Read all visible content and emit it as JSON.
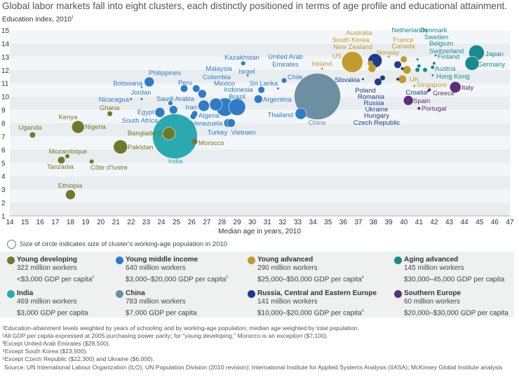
{
  "title": "Global labor markets fall into eight clusters, each distinctly positioned in terms of age profile and educational attainment.",
  "chart_data": {
    "type": "scatter",
    "title": "Global labor markets fall into eight clusters, each distinctly positioned in terms of age profile and educational attainment.",
    "ylabel": "Education index, 2010",
    "ylabel_note": "1",
    "xlabel": "Median age in years, 2010",
    "xlim": [
      14,
      47
    ],
    "ylim": [
      1,
      15
    ],
    "xticks": [
      14,
      15,
      16,
      17,
      18,
      19,
      20,
      21,
      22,
      23,
      24,
      25,
      26,
      27,
      28,
      29,
      30,
      31,
      32,
      33,
      34,
      35,
      36,
      37,
      38,
      39,
      40,
      41,
      42,
      43,
      44,
      45,
      46,
      47
    ],
    "yticks": [
      1,
      2,
      3,
      4,
      5,
      6,
      7,
      8,
      9,
      10,
      11,
      12,
      13,
      14,
      15
    ],
    "size_note": "Size of circle indicates size of cluster's working-age population in 2010",
    "clusters": [
      {
        "id": "yd",
        "name": "Young developing",
        "workers": "322 million workers",
        "gdp": "<$3,000 GDP per capita",
        "note": "2",
        "color": "#6e7a2b"
      },
      {
        "id": "ym",
        "name": "Young middle income",
        "workers": "640 million workers",
        "gdp": "$3,000–$20,000 GDP per capita",
        "note": "3",
        "color": "#2f7cc5"
      },
      {
        "id": "ya",
        "name": "Young advanced",
        "workers": "290 million workers",
        "gdp": "$25,000–$50,000 GDP per capita",
        "note": "4",
        "color": "#c29b2e"
      },
      {
        "id": "aa",
        "name": "Aging advanced",
        "workers": "145 million workers",
        "gdp": "$30,000–45,000 GDP per capita",
        "note": "",
        "color": "#188a90"
      },
      {
        "id": "in",
        "name": "India",
        "workers": "469 million workers",
        "gdp": "$3,000 GDP per capita",
        "note": "",
        "color": "#2aaab0"
      },
      {
        "id": "cn",
        "name": "China",
        "workers": "783 million workers",
        "gdp": "$7,000 GDP per capita",
        "note": "",
        "color": "#6d8fa2"
      },
      {
        "id": "ru",
        "name": "Russia, Central and Eastern Europe",
        "workers": "141 million workers",
        "gdp": "$10,000–$20,000 GDP per capita",
        "note": "5",
        "color": "#1f3b8c"
      },
      {
        "id": "se",
        "name": "Southern Europe",
        "workers": "60 million workers",
        "gdp": "$20,000–$30,000 GDP per capita",
        "note": "",
        "color": "#5d2d7b"
      }
    ],
    "points": [
      {
        "label": "India",
        "c": "in",
        "age": 24.9,
        "edu": 7.0,
        "size": 32
      },
      {
        "label": "China",
        "c": "cn",
        "age": 34.3,
        "edu": 10.0,
        "size": 33
      },
      {
        "label": "Uganda",
        "c": "yd",
        "age": 15.5,
        "edu": 7.1,
        "size": 4
      },
      {
        "label": "Nigeria",
        "c": "yd",
        "age": 18.5,
        "edu": 7.7,
        "size": 9
      },
      {
        "label": "Kenya",
        "c": "yd",
        "age": 18.3,
        "edu": 7.9,
        "size": 3
      },
      {
        "label": "Ghana",
        "c": "yd",
        "age": 20.6,
        "edu": 8.7,
        "size": 3.5
      },
      {
        "label": "Pakistan",
        "c": "yd",
        "age": 21.3,
        "edu": 6.2,
        "size": 10
      },
      {
        "label": "Bangladesh",
        "c": "yd",
        "age": 24.5,
        "edu": 7.2,
        "size": 9
      },
      {
        "label": "Morocco",
        "c": "yd",
        "age": 26.2,
        "edu": 6.6,
        "size": 4
      },
      {
        "label": "Mozambique",
        "c": "yd",
        "age": 17.8,
        "edu": 5.5,
        "size": 3
      },
      {
        "label": "Tanzania",
        "c": "yd",
        "age": 17.4,
        "edu": 5.2,
        "size": 5
      },
      {
        "label": "Côte d'Ivoire",
        "c": "yd",
        "age": 19.4,
        "edu": 5.1,
        "size": 3
      },
      {
        "label": "Ethiopia",
        "c": "yd",
        "age": 18.0,
        "edu": 2.6,
        "size": 7
      },
      {
        "label": "Philippines",
        "c": "ym",
        "age": 23.2,
        "edu": 11.1,
        "size": 7
      },
      {
        "label": "Botswana",
        "c": "ym",
        "age": 22.7,
        "edu": 10.7,
        "size": 1.3
      },
      {
        "label": "Jordan",
        "c": "ym",
        "age": 22.7,
        "edu": 9.8,
        "size": 1.5
      },
      {
        "label": "Nicaragua",
        "c": "ym",
        "age": 22.0,
        "edu": 9.8,
        "size": 1.5
      },
      {
        "label": "Saudi Arabia",
        "c": "ym",
        "age": 24.6,
        "edu": 9.5,
        "size": 3
      },
      {
        "label": "Egypt",
        "c": "ym",
        "age": 23.9,
        "edu": 8.8,
        "size": 7
      },
      {
        "label": "South Africa",
        "c": "ym",
        "age": 24.8,
        "edu": 9.0,
        "size": 6
      },
      {
        "label": "Peru",
        "c": "ym",
        "age": 25.5,
        "edu": 10.6,
        "size": 5
      },
      {
        "label": "Malaysia",
        "c": "ym",
        "age": 26.3,
        "edu": 10.6,
        "size": 5
      },
      {
        "label": "Colombia",
        "c": "ym",
        "age": 26.7,
        "edu": 10.2,
        "size": 6
      },
      {
        "label": "Iran",
        "c": "ym",
        "age": 26.8,
        "edu": 9.3,
        "size": 8
      },
      {
        "label": "Algeria",
        "c": "ym",
        "age": 26.2,
        "edu": 8.7,
        "size": 4
      },
      {
        "label": "Venezuela",
        "c": "ym",
        "age": 26.1,
        "edu": 8.5,
        "size": 4
      },
      {
        "label": "Mexico",
        "c": "ym",
        "age": 27.6,
        "edu": 9.4,
        "size": 9
      },
      {
        "label": "Indonesia",
        "c": "ym",
        "age": 28.2,
        "edu": 9.2,
        "size": 13
      },
      {
        "label": "Brazil",
        "c": "ym",
        "age": 29.0,
        "edu": 9.2,
        "size": 12
      },
      {
        "label": "Turkey",
        "c": "ym",
        "age": 28.4,
        "edu": 8.0,
        "size": 6
      },
      {
        "label": "Vietnam",
        "c": "ym",
        "age": 28.6,
        "edu": 8.0,
        "size": 6
      },
      {
        "label": "Kazakhstan",
        "c": "ym",
        "age": 29.4,
        "edu": 12.5,
        "size": 3
      },
      {
        "label": "Israel",
        "c": "ym",
        "age": 29.7,
        "edu": 11.6,
        "size": 1.5
      },
      {
        "label": "Sri Lanka",
        "c": "ym",
        "age": 30.6,
        "edu": 10.5,
        "size": 4.5
      },
      {
        "label": "Argentina",
        "c": "ym",
        "age": 30.4,
        "edu": 9.8,
        "size": 6
      },
      {
        "label": "United Arab Emirates",
        "c": "ym",
        "age": 31.7,
        "edu": 10.6,
        "size": 1.5
      },
      {
        "label": "Chile",
        "c": "ym",
        "age": 32.1,
        "edu": 11.2,
        "size": 3.5
      },
      {
        "label": "Thailand",
        "c": "ym",
        "age": 33.2,
        "edu": 8.7,
        "size": 8
      },
      {
        "label": "US",
        "c": "ya",
        "age": 36.6,
        "edu": 12.6,
        "size": 15
      },
      {
        "label": "New Zealand",
        "c": "ya",
        "age": 36.6,
        "edu": 12.6,
        "size": 1.5
      },
      {
        "label": "Australia",
        "c": "ya",
        "age": 37.8,
        "edu": 12.5,
        "size": 4
      },
      {
        "label": "South Korea",
        "c": "ya",
        "age": 37.9,
        "edu": 12.1,
        "size": 5.5
      },
      {
        "label": "Ireland",
        "c": "ya",
        "age": 34.6,
        "edu": 12.1,
        "size": 1.5
      },
      {
        "label": "France",
        "c": "ya",
        "age": 40.0,
        "edu": 12.8,
        "size": 4.5
      },
      {
        "label": "Canada",
        "c": "ya",
        "age": 40.2,
        "edu": 12.0,
        "size": 6
      },
      {
        "label": "Norway",
        "c": "ya",
        "age": 39.0,
        "edu": 13.0,
        "size": 1.5
      },
      {
        "label": "UK",
        "c": "ya",
        "age": 39.9,
        "edu": 11.3,
        "size": 6
      },
      {
        "label": "Singapore",
        "c": "ya",
        "age": 40.7,
        "edu": 10.8,
        "size": 1.5
      },
      {
        "label": "Russia",
        "c": "ru",
        "age": 38.1,
        "edu": 12.7,
        "size": 10
      },
      {
        "label": "Slovakia",
        "c": "ru",
        "age": 37.3,
        "edu": 11.3,
        "size": 1.5
      },
      {
        "label": "Poland",
        "c": "ru",
        "age": 38.3,
        "edu": 11.1,
        "size": 5
      },
      {
        "label": "Romania",
        "c": "ru",
        "age": 38.6,
        "edu": 11.4,
        "size": 3.5
      },
      {
        "label": "Ukraine",
        "c": "ru",
        "age": 39.6,
        "edu": 12.4,
        "size": 5
      },
      {
        "label": "Hungary",
        "c": "ru",
        "age": 39.9,
        "edu": 12.1,
        "size": 2
      },
      {
        "label": "Czech Republic",
        "c": "ru",
        "age": 39.6,
        "edu": 11.3,
        "size": 2
      },
      {
        "label": "Croatia",
        "c": "ru",
        "age": 41.6,
        "edu": 10.4,
        "size": 1.5
      },
      {
        "label": "Netherlands",
        "c": "aa",
        "age": 40.9,
        "edu": 12.8,
        "size": 1.5
      },
      {
        "label": "Denmark",
        "c": "aa",
        "age": 41.0,
        "edu": 12.3,
        "size": 2.5
      },
      {
        "label": "Sweden",
        "c": "aa",
        "age": 40.9,
        "edu": 12.0,
        "size": 3
      },
      {
        "label": "Belgium",
        "c": "aa",
        "age": 41.4,
        "edu": 12.0,
        "size": 3
      },
      {
        "label": "Switzerland",
        "c": "aa",
        "age": 42.0,
        "edu": 12.5,
        "size": 2
      },
      {
        "label": "Finland",
        "c": "aa",
        "age": 42.1,
        "edu": 13.1,
        "size": 1.5
      },
      {
        "label": "Austria",
        "c": "aa",
        "age": 41.9,
        "edu": 12.2,
        "size": 2.5
      },
      {
        "label": "Hong Kong",
        "c": "aa",
        "age": 41.9,
        "edu": 11.6,
        "size": 1.5
      },
      {
        "label": "Japan",
        "c": "aa",
        "age": 44.8,
        "edu": 13.3,
        "size": 11
      },
      {
        "label": "Germany",
        "c": "aa",
        "age": 44.5,
        "edu": 12.5,
        "size": 10
      },
      {
        "label": "Italy",
        "c": "se",
        "age": 43.4,
        "edu": 10.7,
        "size": 8
      },
      {
        "label": "Greece",
        "c": "se",
        "age": 41.7,
        "edu": 10.5,
        "size": 2
      },
      {
        "label": "Spain",
        "c": "se",
        "age": 40.3,
        "edu": 9.7,
        "size": 7
      },
      {
        "label": "Portugal",
        "c": "se",
        "age": 41.0,
        "edu": 9.1,
        "size": 2
      }
    ]
  },
  "footnotes": [
    "¹Education-attainment levels weighted by years of schooling and by working-age population; median age weighted by total population.",
    "²All GDP per capita expressed at 2005 purchasing power parity; for \"young developing,\" Morocco is an exception ($7,100).",
    "³Except United Arab Emirates ($28,500).",
    "⁴Except South Korea ($23,500).",
    "⁵Except Czech Republic ($22,300) and Ukraine ($6,000)."
  ],
  "source": "Source: UN International Labour Organization (ILO); UN Population Division (2010 revision); International Institute for Applied Systems Analysis (IIASA); McKinsey Global Institute analysis"
}
